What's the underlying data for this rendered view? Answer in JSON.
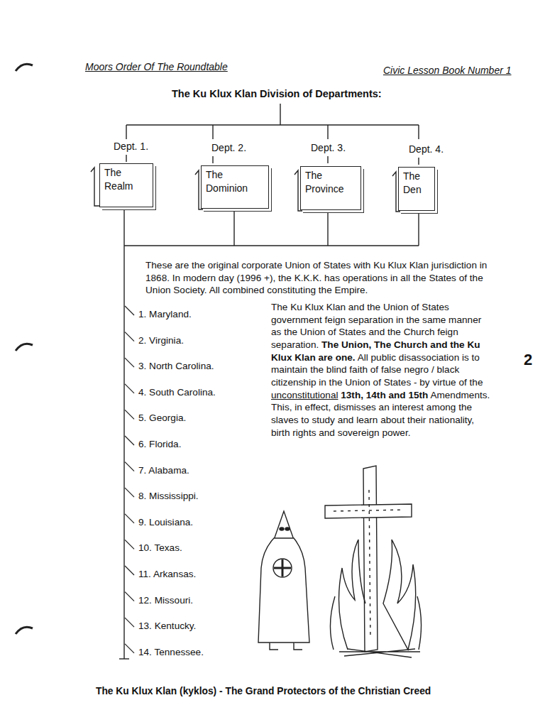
{
  "diagram": {
    "title": "The Ku Klux Klan Division of Departments:",
    "caption": "The Ku Klux Klan (kyklos) - The Grand Protectors of the Christian Creed",
    "nodes": [
      {
        "text": [
          "Dept. 1.",
          "The Realm"
        ]
      },
      {
        "text": [
          "Dept. 2.",
          "The Dominion"
        ]
      },
      {
        "text": [
          "Dept. 3.",
          "The Province"
        ]
      },
      {
        "text": [
          "Dept. 4.",
          "The Den"
        ]
      }
    ],
    "labels": [
      "Moors Order Of The Roundtable",
      "Civic Lesson Book Number 1",
      "These are the original corporate Union of States with Ku Klux Klan jurisdiction in 1868. In modern day (1996 +), the K.K.K. has operations in all the States of the Union Society. All combined constituting the Empire.",
      "The Ku Klux Klan and the Union of States government feign separation in the same manner as the Union of States and the Church feign separation.",
      "The Union, The Church and the Ku Klux Klan are one.",
      "All public disassociation is to maintain the blind faith of false negro / black citizenship in the Union of States - by virtue of the",
      "unconstitutional",
      "13th, 14th and 15th",
      "Amendments. This, in effect, dismisses an interest among the slaves to study and learn about their nationality, birth rights and sovereign power.",
      "1. Maryland.",
      "2. Virginia.",
      "3. North Carolina.",
      "4. South Carolina.",
      "5. Georgia.",
      "6. Florida.",
      "7. Alabama.",
      "8. Mississippi.",
      "9. Louisiana.",
      "10. Texas.",
      "11. Arkansas.",
      "12. Missouri.",
      "13. Kentucky.",
      "14. Tennessee.",
      "2"
    ]
  }
}
